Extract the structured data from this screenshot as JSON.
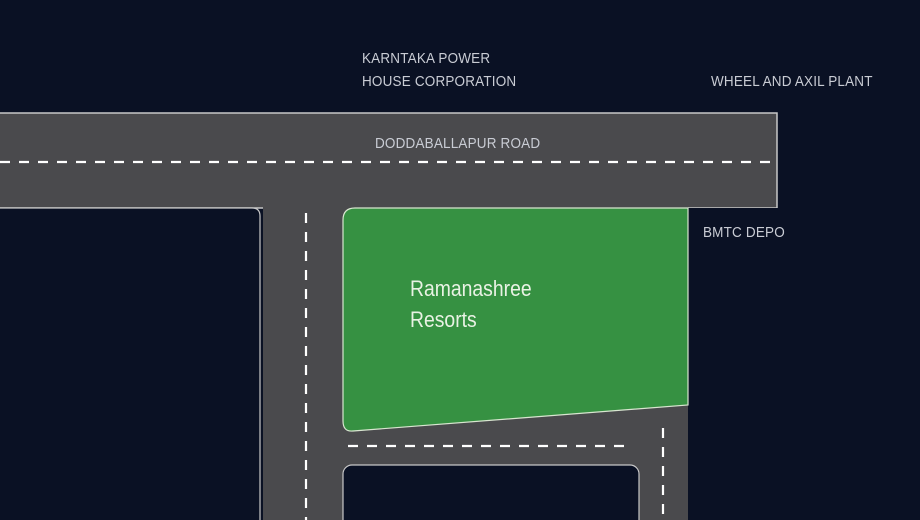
{
  "landmarks": {
    "power_house": [
      "KARNTAKA POWER",
      "HOUSE CORPORATION"
    ],
    "wheel_plant": "WHEEL AND AXIL PLANT",
    "bmtc": "BMTC DEPO"
  },
  "roads": {
    "main": "DODDABALLAPUR ROAD"
  },
  "plot": {
    "name": [
      "Ramanashree",
      "Resorts"
    ],
    "color": "#369142"
  },
  "colors": {
    "background": "#0a1124",
    "road": "#4a4a4d",
    "road_edge": "#c8c8c8",
    "lane_marking": "#ffffff"
  }
}
